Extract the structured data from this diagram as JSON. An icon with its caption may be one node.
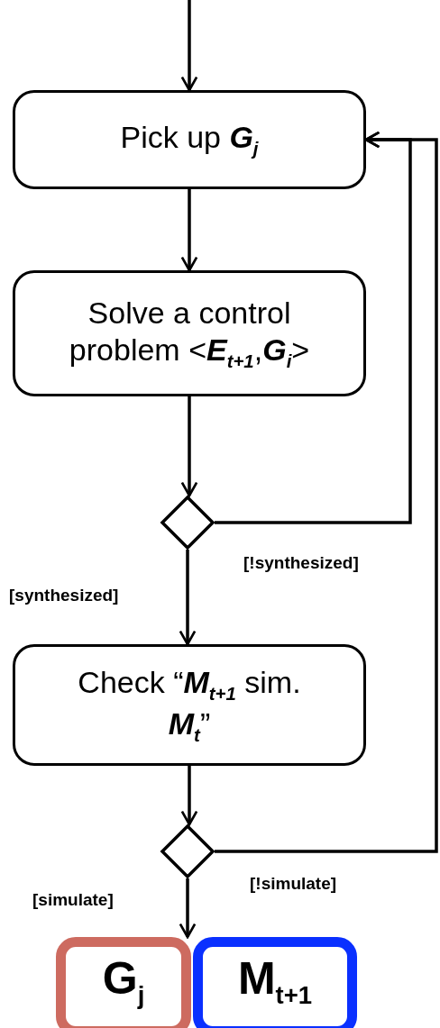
{
  "diagram": {
    "nodes": [
      {
        "text": [
          "Pick up **G**$_{j}$"
        ]
      },
      {
        "text": [
          "Solve a control problem <**E**$_{t+1}$,**G**$_{i}$>"
        ]
      },
      {
        "text": [],
        "shape": "diamond"
      },
      {
        "text": [
          "Check “**M**$_{t+1}$ sim. **M**$_{t}$”"
        ]
      },
      {
        "text": [],
        "shape": "diamond"
      },
      {
        "text": [
          "G$_{j}$"
        ]
      },
      {
        "text": [
          "M$_{t+1}$"
        ]
      }
    ],
    "edges": [
      {
        "from": null,
        "to": 0,
        "arrow": "to"
      },
      {
        "from": 0,
        "to": 1,
        "arrow": "to"
      },
      {
        "from": 1,
        "to": 2,
        "arrow": "to"
      },
      {
        "from": 2,
        "to": 0,
        "arrow": "to",
        "label": "[!synthesized]"
      },
      {
        "from": 2,
        "to": 3,
        "arrow": "to",
        "label": "[synthesized]"
      },
      {
        "from": 3,
        "to": 4,
        "arrow": "to"
      },
      {
        "from": 4,
        "to": 0,
        "arrow": "to",
        "label": "[!simulate]"
      },
      {
        "from": 4,
        "to": 5,
        "arrow": "to",
        "label": "[simulate]"
      }
    ]
  }
}
